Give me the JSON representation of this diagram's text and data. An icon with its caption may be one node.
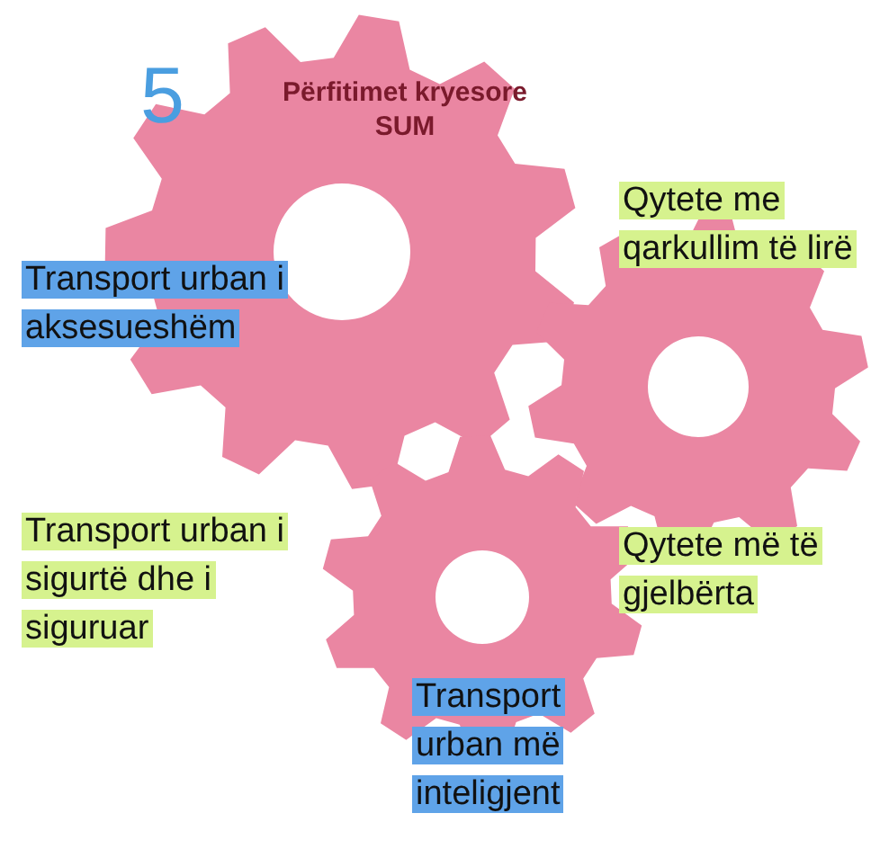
{
  "diagram": {
    "title": "Përfitimet kryesore SUM",
    "labels": [
      "5",
      "Transport urban i aksesueshëm",
      "Qytete me qarkullim të lirë",
      "Transport urban i sigurtë dhe i siguruar",
      "Qytete më të gjelbërta",
      "Transport urban më inteligjent"
    ]
  }
}
